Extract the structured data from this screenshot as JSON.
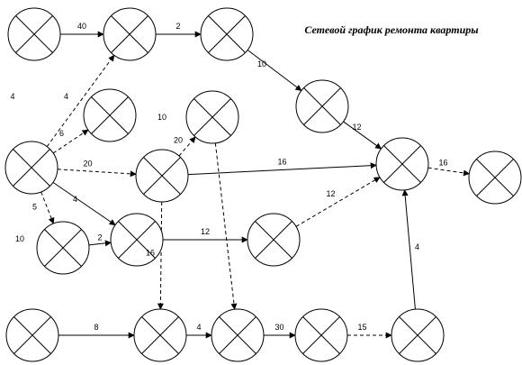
{
  "title": "Сетевой график ремонта квартиры",
  "colors": {
    "line": "#000000",
    "background": "#ffffff"
  },
  "nodes": [
    {
      "id": "n1"
    },
    {
      "id": "n2"
    },
    {
      "id": "n3"
    },
    {
      "id": "n4"
    },
    {
      "id": "n5"
    },
    {
      "id": "n6"
    },
    {
      "id": "n7"
    },
    {
      "id": "n8"
    },
    {
      "id": "n9"
    },
    {
      "id": "n10"
    },
    {
      "id": "n11"
    },
    {
      "id": "n12"
    },
    {
      "id": "n13"
    },
    {
      "id": "n14"
    },
    {
      "id": "n15"
    },
    {
      "id": "n16"
    },
    {
      "id": "n17"
    },
    {
      "id": "n18"
    },
    {
      "id": "n19"
    },
    {
      "id": "n20"
    }
  ],
  "edges": [
    {
      "id": "e1",
      "from": "n1",
      "to": "n2",
      "label": "40",
      "dashed": false
    },
    {
      "id": "e2",
      "from": "n2",
      "to": "n3",
      "label": "2",
      "dashed": false
    },
    {
      "id": "e3",
      "from": "n3",
      "to": "n4",
      "label": "10",
      "dashed": false
    },
    {
      "id": "e4",
      "from": "n4",
      "to": "n9",
      "label": "12",
      "dashed": false
    },
    {
      "id": "e5",
      "from": "n7",
      "to": "n2",
      "label": "4",
      "dashed": true
    },
    {
      "id": "e6",
      "from": "n7",
      "to": "n5",
      "label": "6",
      "dashed": true
    },
    {
      "id": "e7",
      "from": "n7",
      "to": "n8",
      "label": "20",
      "dashed": true
    },
    {
      "id": "e8",
      "from": "n7",
      "to": "n12",
      "label": "4",
      "dashed": false
    },
    {
      "id": "e9",
      "from": "n7",
      "to": "n11",
      "label": "5",
      "dashed": true
    },
    {
      "id": "e10",
      "from": "n8",
      "to": "n6",
      "label": "20",
      "dashed": true
    },
    {
      "id": "e11",
      "from": "n8",
      "to": "n9",
      "label": "16",
      "dashed": false
    },
    {
      "id": "e12",
      "from": "n8",
      "to": "n16",
      "label": "16",
      "dashed": true
    },
    {
      "id": "e13",
      "from": "n6",
      "to": "n17",
      "label": "",
      "dashed": true
    },
    {
      "id": "e14",
      "from": "n11",
      "to": "n12",
      "label": "2",
      "dashed": false
    },
    {
      "id": "e15",
      "from": "n12",
      "to": "n13",
      "label": "12",
      "dashed": false
    },
    {
      "id": "e16",
      "from": "n13",
      "to": "n9",
      "label": "12",
      "dashed": true
    },
    {
      "id": "e17",
      "from": "n9",
      "to": "n10",
      "label": "16",
      "dashed": true
    },
    {
      "id": "e18",
      "from": "n14",
      "to": "n16",
      "label": "8",
      "dashed": false
    },
    {
      "id": "e19",
      "from": "n16",
      "to": "n17",
      "label": "4",
      "dashed": false
    },
    {
      "id": "e20",
      "from": "n17",
      "to": "n18",
      "label": "30",
      "dashed": false
    },
    {
      "id": "e21",
      "from": "n18",
      "to": "n19",
      "label": "15",
      "dashed": true
    },
    {
      "id": "e22",
      "from": "n19",
      "to": "n9",
      "label": "4",
      "dashed": false
    }
  ],
  "free_labels": [
    {
      "id": "fl1",
      "text": "4"
    },
    {
      "id": "fl2",
      "text": "10"
    },
    {
      "id": "fl3",
      "text": "10"
    }
  ]
}
